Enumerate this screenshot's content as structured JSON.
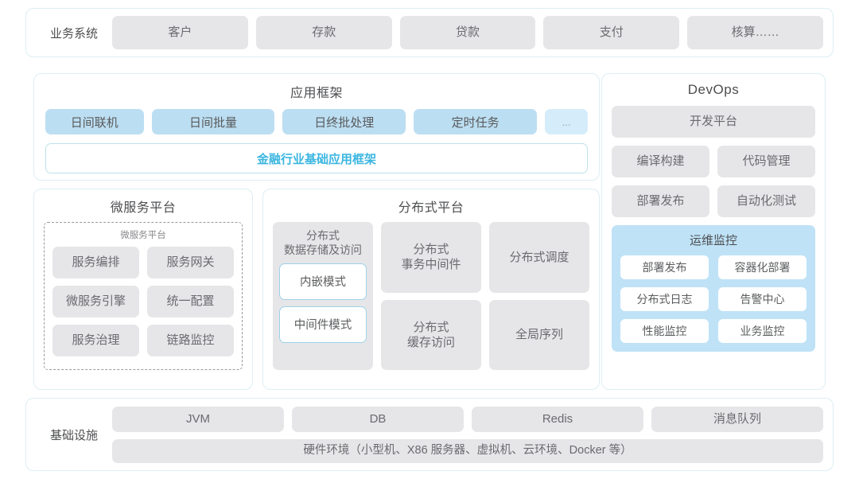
{
  "diagram": {
    "business_systems": {
      "label": "业务系统",
      "items": [
        "客户",
        "存款",
        "贷款",
        "支付",
        "核算……"
      ]
    },
    "app_framework": {
      "title": "应用框架",
      "items": [
        "日间联机",
        "日间批量",
        "日终批处理",
        "定时任务",
        "..."
      ],
      "banner": "金融行业基础应用框架",
      "banner_color": "#3bb6e0"
    },
    "microservice_platform": {
      "title": "微服务平台",
      "inner_title": "微服务平台",
      "items": [
        "服务编排",
        "服务网关",
        "微服务引擎",
        "统一配置",
        "服务治理",
        "链路监控"
      ]
    },
    "distributed_platform": {
      "title": "分布式平台",
      "storage": {
        "title": "分布式\n数据存储及访问",
        "modes": [
          "内嵌模式",
          "中间件模式"
        ]
      },
      "items": [
        "分布式\n事务中间件",
        "分布式调度",
        "分布式\n缓存访问",
        "全局序列"
      ]
    },
    "devops": {
      "title": "DevOps",
      "platform": "开发平台",
      "items": [
        "编译构建",
        "代码管理",
        "部署发布",
        "自动化测试"
      ],
      "monitoring": {
        "title": "运维监控",
        "items": [
          "部署发布",
          "容器化部署",
          "分布式日志",
          "告警中心",
          "性能监控",
          "业务监控"
        ]
      }
    },
    "infrastructure": {
      "label": "基础设施",
      "items": [
        "JVM",
        "DB",
        "Redis",
        "消息队列"
      ],
      "hardware": "硬件环境（小型机、X86 服务器、虚拟机、云环境、Docker 等）"
    },
    "colors": {
      "tile_gray": "#e6e6e8",
      "tile_blue": "#bcdef2",
      "panel_blue": "#bfe2f7",
      "shell_border": "#ddeef4",
      "accent": "#3bb6e0"
    }
  }
}
